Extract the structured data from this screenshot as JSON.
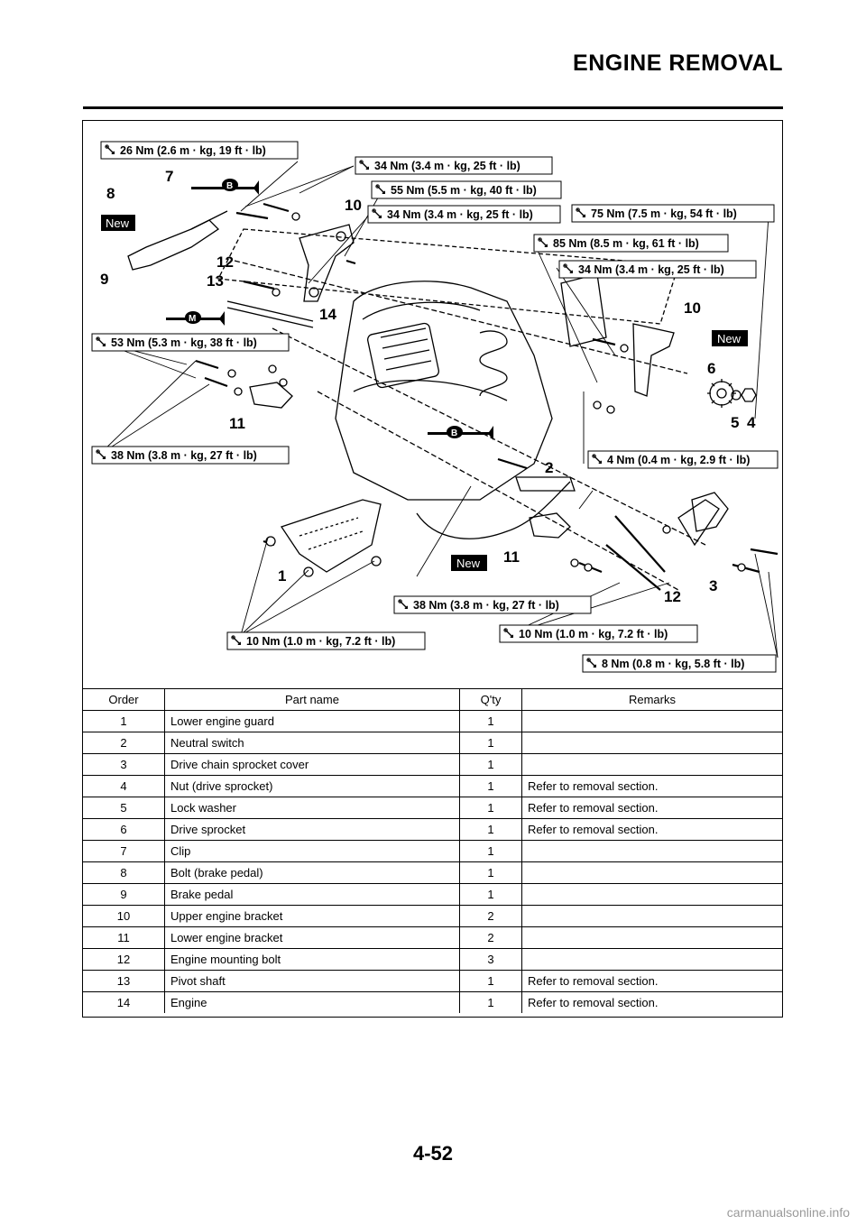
{
  "header": {
    "title": "ENGINE REMOVAL"
  },
  "diagram": {
    "torque_labels": [
      "26 Nm (2.6 m · kg, 19 ft · lb)",
      "34 Nm (3.4 m · kg, 25 ft · lb)",
      "55 Nm (5.5 m · kg, 40 ft · lb)",
      "34 Nm (3.4 m · kg, 25 ft · lb)",
      "75 Nm (7.5 m · kg, 54 ft · lb)",
      "85 Nm (8.5 m · kg, 61 ft · lb)",
      "34 Nm (3.4 m · kg, 25 ft · lb)",
      "53 Nm (5.3 m · kg, 38 ft · lb)",
      "38 Nm (3.8 m · kg, 27 ft · lb)",
      "4 Nm (0.4 m · kg, 2.9 ft · lb)",
      "38 Nm (3.8 m · kg, 27 ft · lb)",
      "10 Nm (1.0 m · kg, 7.2 ft · lb)",
      "10 Nm (1.0 m · kg, 7.2 ft · lb)",
      "8 Nm (0.8 m · kg, 5.8 ft · lb)"
    ],
    "callouts": [
      "7",
      "8",
      "9",
      "12",
      "13",
      "10",
      "14",
      "10",
      "6",
      "5",
      "4",
      "11",
      "2",
      "11",
      "1",
      "12",
      "3"
    ],
    "new_marks": [
      "New",
      "New",
      "New"
    ],
    "grease_marks": [
      "B",
      "M",
      "B"
    ]
  },
  "table": {
    "headers": [
      "Order",
      "Part name",
      "Q'ty",
      "Remarks"
    ],
    "rows": [
      [
        "1",
        "Lower engine guard",
        "1",
        ""
      ],
      [
        "2",
        "Neutral switch",
        "1",
        ""
      ],
      [
        "3",
        "Drive chain sprocket cover",
        "1",
        ""
      ],
      [
        "4",
        "Nut (drive sprocket)",
        "1",
        "Refer to removal section."
      ],
      [
        "5",
        "Lock washer",
        "1",
        "Refer to removal section."
      ],
      [
        "6",
        "Drive sprocket",
        "1",
        "Refer to removal section."
      ],
      [
        "7",
        "Clip",
        "1",
        ""
      ],
      [
        "8",
        "Bolt (brake pedal)",
        "1",
        ""
      ],
      [
        "9",
        "Brake pedal",
        "1",
        ""
      ],
      [
        "10",
        "Upper engine bracket",
        "2",
        ""
      ],
      [
        "11",
        "Lower engine bracket",
        "2",
        ""
      ],
      [
        "12",
        "Engine mounting bolt",
        "3",
        ""
      ],
      [
        "13",
        "Pivot shaft",
        "1",
        "Refer to removal section."
      ],
      [
        "14",
        "Engine",
        "1",
        "Refer to removal section."
      ]
    ]
  },
  "footer": {
    "page_number": "4-52",
    "watermark": "carmanualsonline.info"
  }
}
